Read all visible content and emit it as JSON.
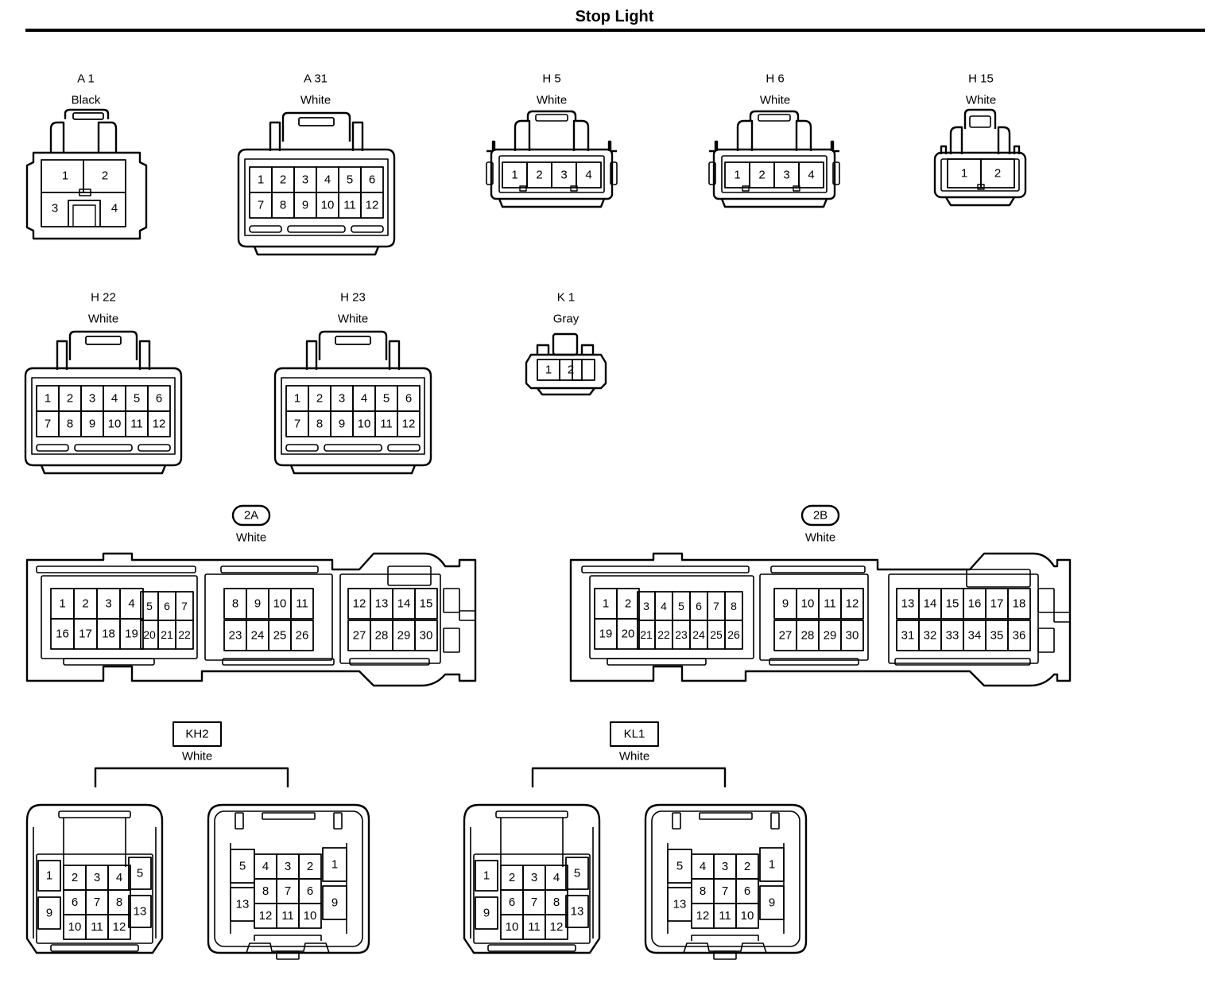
{
  "title": "Stop Light",
  "connectors": {
    "a1": {
      "code": "A 1",
      "color": "Black",
      "pins": [
        "1",
        "2",
        "3",
        "4"
      ]
    },
    "a31": {
      "code": "A 31",
      "color": "White",
      "pins": [
        "1",
        "2",
        "3",
        "4",
        "5",
        "6",
        "7",
        "8",
        "9",
        "10",
        "11",
        "12"
      ]
    },
    "h5": {
      "code": "H 5",
      "color": "White",
      "pins": [
        "1",
        "2",
        "3",
        "4"
      ]
    },
    "h6": {
      "code": "H 6",
      "color": "White",
      "pins": [
        "1",
        "2",
        "3",
        "4"
      ]
    },
    "h15": {
      "code": "H 15",
      "color": "White",
      "pins": [
        "1",
        "2"
      ]
    },
    "h22": {
      "code": "H 22",
      "color": "White",
      "pins": [
        "1",
        "2",
        "3",
        "4",
        "5",
        "6",
        "7",
        "8",
        "9",
        "10",
        "11",
        "12"
      ]
    },
    "h23": {
      "code": "H 23",
      "color": "White",
      "pins": [
        "1",
        "2",
        "3",
        "4",
        "5",
        "6",
        "7",
        "8",
        "9",
        "10",
        "11",
        "12"
      ]
    },
    "k1": {
      "code": "K 1",
      "color": "Gray",
      "pins": [
        "1",
        "2"
      ]
    },
    "c2a": {
      "code": "2A",
      "color": "White",
      "pins": [
        "1",
        "2",
        "3",
        "4",
        "5",
        "6",
        "7",
        "8",
        "9",
        "10",
        "11",
        "12",
        "13",
        "14",
        "15",
        "16",
        "17",
        "18",
        "19",
        "20",
        "21",
        "22",
        "23",
        "24",
        "25",
        "26",
        "27",
        "28",
        "29",
        "30"
      ]
    },
    "c2b": {
      "code": "2B",
      "color": "White",
      "pins": [
        "1",
        "2",
        "3",
        "4",
        "5",
        "6",
        "7",
        "8",
        "9",
        "10",
        "11",
        "12",
        "13",
        "14",
        "15",
        "16",
        "17",
        "18",
        "19",
        "20",
        "21",
        "22",
        "23",
        "24",
        "25",
        "26",
        "27",
        "28",
        "29",
        "30",
        "31",
        "32",
        "33",
        "34",
        "35",
        "36"
      ]
    },
    "kh2": {
      "code": "KH2",
      "color": "White",
      "pins": [
        "1",
        "2",
        "3",
        "4",
        "5",
        "6",
        "7",
        "8",
        "9",
        "10",
        "11",
        "12",
        "13"
      ]
    },
    "kl1": {
      "code": "KL1",
      "color": "White",
      "pins": [
        "1",
        "2",
        "3",
        "4",
        "5",
        "6",
        "7",
        "8",
        "9",
        "10",
        "11",
        "12",
        "13"
      ]
    }
  }
}
